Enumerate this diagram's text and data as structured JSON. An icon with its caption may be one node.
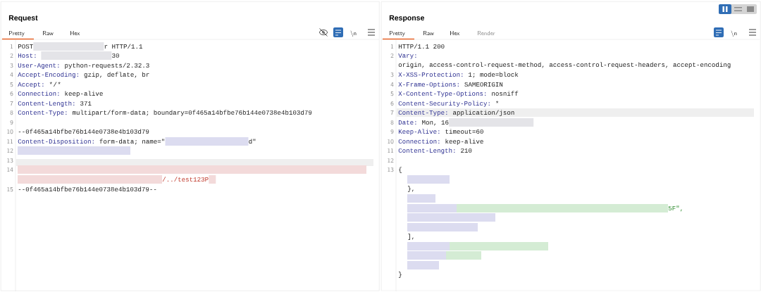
{
  "diagram": {
    "nodes": [
      {
        "text": [
          "Request"
        ]
      },
      {
        "text": [
          "Response"
        ]
      }
    ],
    "labels": [
      "Pretty",
      "Raw",
      "Hex",
      "\\n",
      "1",
      "POST",
      "r HTTP/1.1",
      "2",
      "Host:",
      "30",
      "3",
      "User-Agent:",
      "python-requests/2.32.3",
      "4",
      "Accept-Encoding:",
      "gzip, deflate, br",
      "5",
      "Accept:",
      "*",
      "/",
      "*",
      "6",
      "Connection:",
      "keep-alive",
      "7",
      "Content-Length:",
      "371",
      "8",
      "Content-Type:",
      "multipart/form-data; boundary=0f465a14bfbe76b144e0738e4b103d79",
      "9",
      "10",
      "--0f465a14bfbe76b144e0738e4b103d79",
      "11",
      "Content-Disposition:",
      "form-data; name=\"",
      "d\"",
      "12",
      "13",
      "14",
      "/../test123P",
      "15",
      "--0f465a14bfbe76b144e0738e4b103d79--",
      "Pretty",
      "Raw",
      "Hex",
      "Render",
      "\\n",
      "1",
      "HTTP/1.1 200",
      "2",
      "Vary:",
      "origin, access-control-request-method, access-control-request-headers, accept-encoding",
      "3",
      "X-XSS-Protection:",
      "1; mode=block",
      "4",
      "X-Frame-Options:",
      "SAMEORIGIN",
      "5",
      "X-Content-Type-Options:",
      "nosniff",
      "6",
      "Content-Security-Policy:",
      "*",
      "7",
      "Content-Type:",
      "application/json",
      "8",
      "Date:",
      "Mon, 16",
      "9",
      "Keep-Alive:",
      "timeout=60",
      "10",
      "Connection:",
      "keep-alive",
      "11",
      "Content-Length:",
      "210",
      "12",
      "13",
      "{",
      "},",
      "5F\",",
      "],",
      "}"
    ]
  }
}
